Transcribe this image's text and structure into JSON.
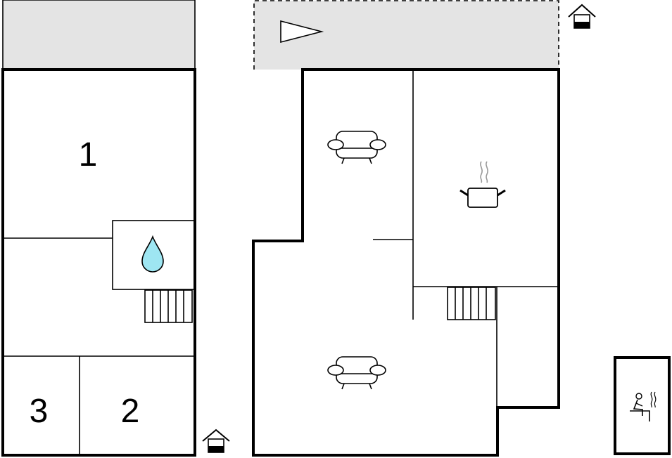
{
  "plan": {
    "rooms": [
      {
        "number": "1"
      },
      {
        "number": "2"
      },
      {
        "number": "3"
      }
    ],
    "symbols": {
      "terrace": "terrace",
      "flag": "flag-icon",
      "entrance": "house-entrance-icon",
      "bathroom": "water-drop-icon",
      "stairs": "stairs-icon",
      "living": "sofa-icon",
      "kitchen": "cooking-pot-icon",
      "sauna": "sauna-icon"
    },
    "colors": {
      "terrace_fill": "#e4e4e4",
      "water_drop": "#9ee6f2"
    }
  }
}
